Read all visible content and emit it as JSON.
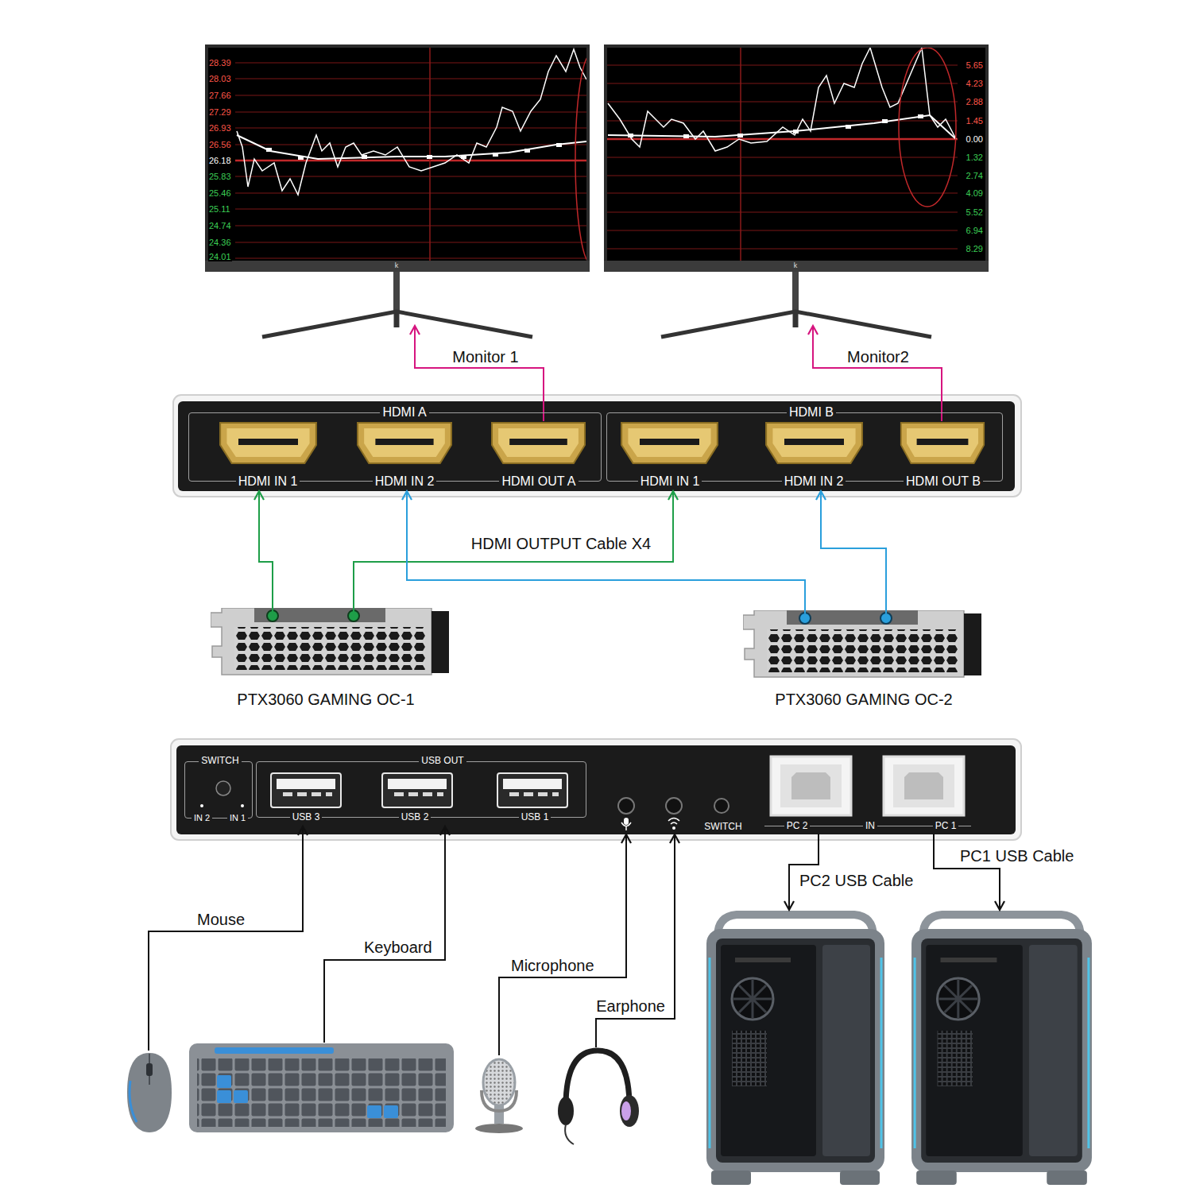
{
  "diagram": {
    "nodes": [
      {
        "text": [
          "28.39",
          "28.03",
          "27.66",
          "27.29",
          "26.93",
          "26.56",
          "26.18",
          "25.83",
          "25.46",
          "25.11",
          "24.74",
          "24.36",
          "24.01"
        ]
      },
      {
        "text": [
          "5.65",
          "4.23",
          "2.88",
          "1.45",
          "0.00",
          "1.32",
          "2.74",
          "4.09",
          "5.52",
          "6.94",
          "8.29"
        ]
      },
      {
        "text": [
          "HDMI A"
        ]
      },
      {
        "text": [
          "HDMI IN 1"
        ],
        "in": 2
      },
      {
        "text": [
          "HDMI IN 2"
        ],
        "in": 2
      },
      {
        "text": [
          "HDMI OUT A"
        ],
        "in": 2
      },
      {
        "text": [
          "HDMI B"
        ]
      },
      {
        "text": [
          "HDMI IN 1"
        ],
        "in": 6
      },
      {
        "text": [
          "HDMI IN 2"
        ],
        "in": 6
      },
      {
        "text": [
          "HDMI OUT B"
        ],
        "in": 6
      },
      {
        "text": [
          "PTX3060 GAMING OC-1"
        ]
      },
      {
        "text": [
          "PTX3060 GAMING OC-2"
        ]
      },
      {
        "text": [
          "SWITCH"
        ]
      },
      {
        "text": [
          "SWITCH",
          "IN 2",
          "IN 1"
        ],
        "in": 12
      },
      {
        "text": [
          "USB OUT"
        ],
        "in": 12
      },
      {
        "text": [
          "USB 3"
        ],
        "in": 14
      },
      {
        "text": [
          "USB 2"
        ],
        "in": 14
      },
      {
        "text": [
          "USB 1"
        ],
        "in": 14
      },
      {
        "text": [
          "IN"
        ],
        "in": 12
      },
      {
        "text": [
          "PC 2"
        ],
        "in": 18
      },
      {
        "text": [
          "PC 1"
        ],
        "in": 18
      },
      {
        "text": [
          "Mouse"
        ]
      },
      {
        "text": [
          "Keyboard"
        ]
      },
      {
        "text": [
          "Microphone"
        ]
      },
      {
        "text": [
          "Earphone"
        ]
      },
      {
        "text": [
          "PC2 USB Cable"
        ]
      },
      {
        "text": [
          "PC1 USB Cable"
        ]
      }
    ],
    "edges": [
      {
        "from": 5,
        "to": 0,
        "label": "Monitor 1",
        "arrow": "to"
      },
      {
        "from": 9,
        "to": 1,
        "label": "Monitor2",
        "arrow": "to"
      },
      {
        "from": 10,
        "to": 3,
        "arrow": "to"
      },
      {
        "from": 10,
        "to": 7,
        "label": "HDMI OUTPUT Cable X4",
        "arrow": "to"
      },
      {
        "from": 11,
        "to": 4,
        "arrow": "to"
      },
      {
        "from": 11,
        "to": 8,
        "arrow": "to"
      },
      {
        "from": 21,
        "to": 15,
        "arrow": "to"
      },
      {
        "from": 22,
        "to": 16,
        "arrow": "to"
      },
      {
        "from": 23,
        "to": 12,
        "arrow": "to"
      },
      {
        "from": 24,
        "to": 12,
        "arrow": "to"
      },
      {
        "from": 19,
        "to": 25,
        "arrow": "to"
      },
      {
        "from": 20,
        "to": 26,
        "arrow": "to"
      }
    ],
    "labels": [
      "k",
      "k"
    ]
  }
}
